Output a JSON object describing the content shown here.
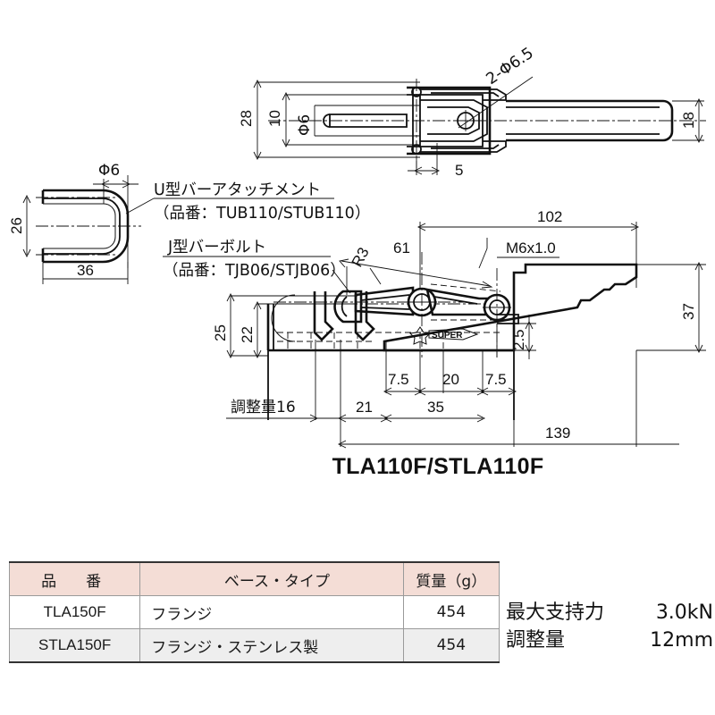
{
  "drawing": {
    "title": "TLA110F/STLA110F",
    "top_view": {
      "dim_28": "28",
      "dim_10": "10",
      "dim_phi6": "Φ6",
      "dim_5": "5",
      "dim_18": "18",
      "note_holes": "2-Φ6.5"
    },
    "u_bracket": {
      "dim_phi6": "Φ6",
      "dim_26": "26",
      "dim_36": "36",
      "label_line1": "U型バーアタッチメント",
      "label_line2": "（品番：TUB110/STUB110）"
    },
    "j_bolt": {
      "label_line1": "J型バーボルト",
      "label_line2": "（品番：TJB06/STJB06）"
    },
    "side_view": {
      "dim_102": "102",
      "dim_61": "61",
      "dim_37": "37",
      "dim_25": "25",
      "dim_22": "22",
      "dim_2_5": "2.5",
      "dim_7_5_left": "7.5",
      "dim_20": "20",
      "dim_7_5_right": "7.5",
      "dim_21": "21",
      "dim_35": "35",
      "dim_139": "139",
      "dim_R3": "R3",
      "note_thread": "M6x1.0",
      "note_adjust": "調整量16",
      "brand": "SUPER"
    }
  },
  "table": {
    "headers": [
      "品　番",
      "ベース・タイプ",
      "質量（g）"
    ],
    "rows": [
      {
        "code": "TLA150F",
        "type": "フランジ",
        "mass": "454"
      },
      {
        "code": "STLA150F",
        "type": "フランジ・ステンレス製",
        "mass": "454"
      }
    ]
  },
  "notes": [
    {
      "label": "最大支持力",
      "value": "3.0kN"
    },
    {
      "label": "調整量",
      "value": "12mm"
    }
  ],
  "colors": {
    "header_bg": "#f4ddd6",
    "row_alt_bg": "#eeeeee",
    "line": "#111111"
  }
}
